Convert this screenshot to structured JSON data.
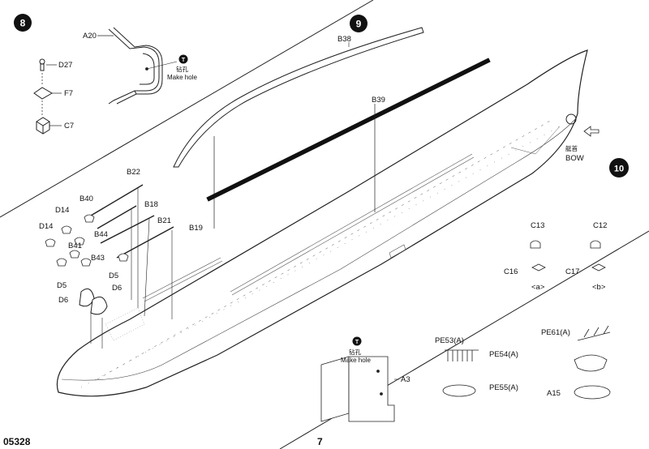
{
  "steps": {
    "step8": "8",
    "step9": "9",
    "step10": "10"
  },
  "parts": {
    "A20": "A20",
    "D27": "D27",
    "F7": "F7",
    "C7": "C7",
    "B38": "B38",
    "B39": "B39",
    "B22": "B22",
    "B18": "B18",
    "B40": "B40",
    "D14a": "D14",
    "D14b": "D14",
    "B21": "B21",
    "B19": "B19",
    "B44": "B44",
    "B41": "B41",
    "B43": "B43",
    "D5a": "D5",
    "D5b": "D5",
    "D6a": "D6",
    "D6b": "D6",
    "C13": "C13",
    "C12": "C12",
    "C16": "C16",
    "C17": "C17",
    "sub_a": "<a>",
    "sub_b": "<b>",
    "PE53": "PE53(A)",
    "PE54": "PE54(A)",
    "PE55": "PE55(A)",
    "PE61": "PE61(A)",
    "A15": "A15",
    "A3": "A3"
  },
  "notes": {
    "drill_cn": "钻孔",
    "drill_en": "Make hole",
    "bow_cn": "艇首",
    "bow_en": "BOW"
  },
  "footer": {
    "code": "05328",
    "page": "7"
  }
}
